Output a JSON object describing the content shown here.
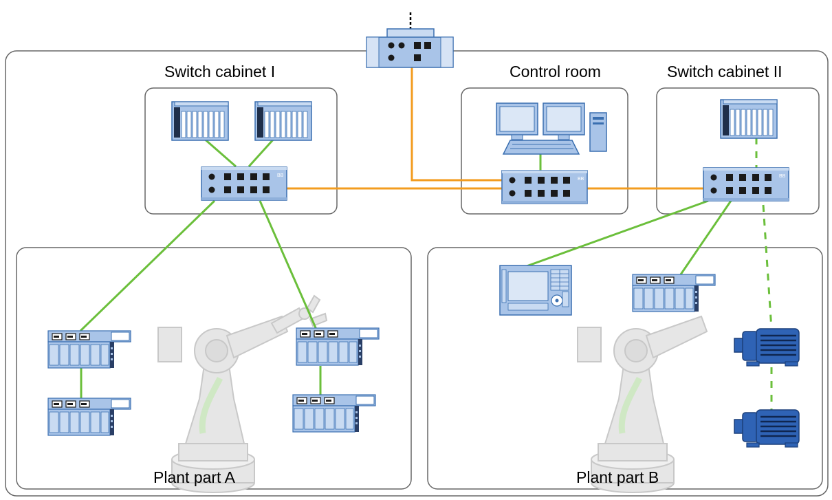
{
  "labels": {
    "switch_cabinet_1": "Switch cabinet I",
    "control_room": "Control room",
    "switch_cabinet_2": "Switch cabinet II",
    "plant_part_a": "Plant part A",
    "plant_part_b": "Plant part B"
  },
  "switch_badge": "BB",
  "colors": {
    "frame": "#666666",
    "device_fill": "#a9c4e8",
    "device_fill_light": "#c9dbf2",
    "device_stroke": "#3a6fb0",
    "device_dark": "#1a1a1a",
    "fiber_link": "#f39c1f",
    "ethernet_link": "#6bbf3b",
    "motor_fill": "#2f63b5",
    "robot_fill": "#e6e6e6",
    "robot_stroke": "#c8c8c8",
    "robot_cable": "#cfe8c4"
  },
  "icons": [
    "plc-icon",
    "network-switch-icon",
    "workstation-icon",
    "io-module-icon",
    "hmi-panel-icon",
    "motor-icon",
    "robot-arm-icon",
    "uplink-switch-icon"
  ]
}
